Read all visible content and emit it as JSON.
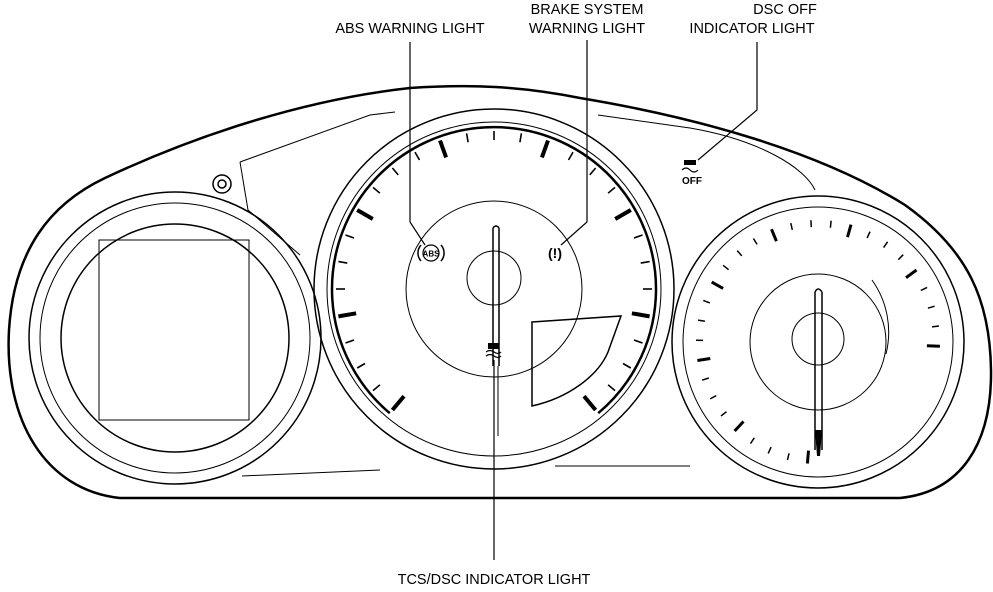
{
  "callouts": {
    "abs_warning": "ABS WARNING LIGHT",
    "brake_line1": "BRAKE SYSTEM",
    "brake_line2": "WARNING LIGHT",
    "dsc_off_line1": "DSC OFF",
    "dsc_off_line2": "INDICATOR LIGHT",
    "tcs_dsc": "TCS/DSC INDICATOR LIGHT"
  },
  "indicator_glyphs": {
    "abs": "ABS",
    "brake": "(!)",
    "dsc_off": "OFF"
  },
  "icons": [
    "abs-warning-icon",
    "brake-warning-icon",
    "dsc-off-icon",
    "tcs-dsc-icon",
    "trip-knob-icon"
  ]
}
